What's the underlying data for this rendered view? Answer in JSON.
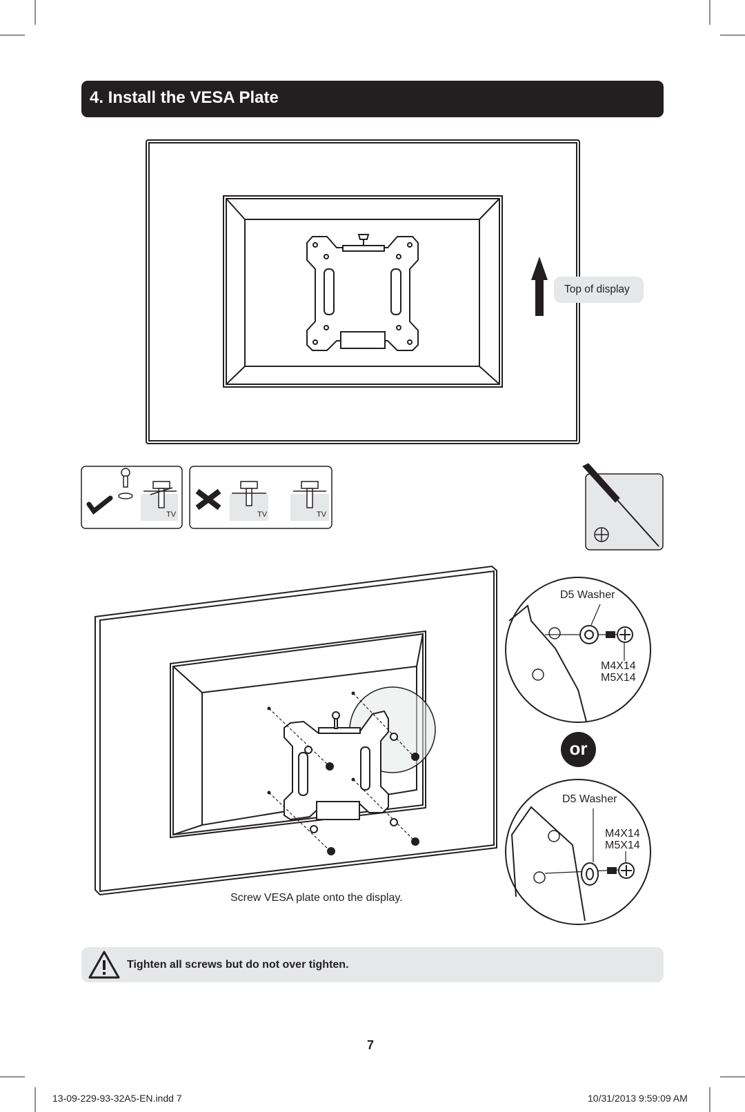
{
  "section": {
    "title": "4. Install the VESA Plate"
  },
  "figure1": {
    "top_label": "Top of display"
  },
  "hardware_examples": {
    "tv_label_1": "TV",
    "tv_label_2": "TV",
    "tv_label_3": "TV"
  },
  "detail_top": {
    "washer_label": "D5 Washer",
    "screw_label_1": "M4X14",
    "screw_label_2": "M5X14"
  },
  "or_label": "or",
  "detail_bottom": {
    "washer_label": "D5 Washer",
    "screw_label_1": "M4X14",
    "screw_label_2": "M5X14"
  },
  "figure2": {
    "caption": "Screw VESA plate onto the display."
  },
  "warning": {
    "text": "Tighten all screws but do not over tighten.",
    "icon": "warning-triangle-icon"
  },
  "page": {
    "number": "7"
  },
  "footer": {
    "file": "13-09-229-93-32A5-EN.indd   7",
    "timestamp": "10/31/2013   9:59:09 AM"
  },
  "colors": {
    "ink": "#231f20",
    "callout": "#e6e7e8",
    "white": "#ffffff"
  }
}
